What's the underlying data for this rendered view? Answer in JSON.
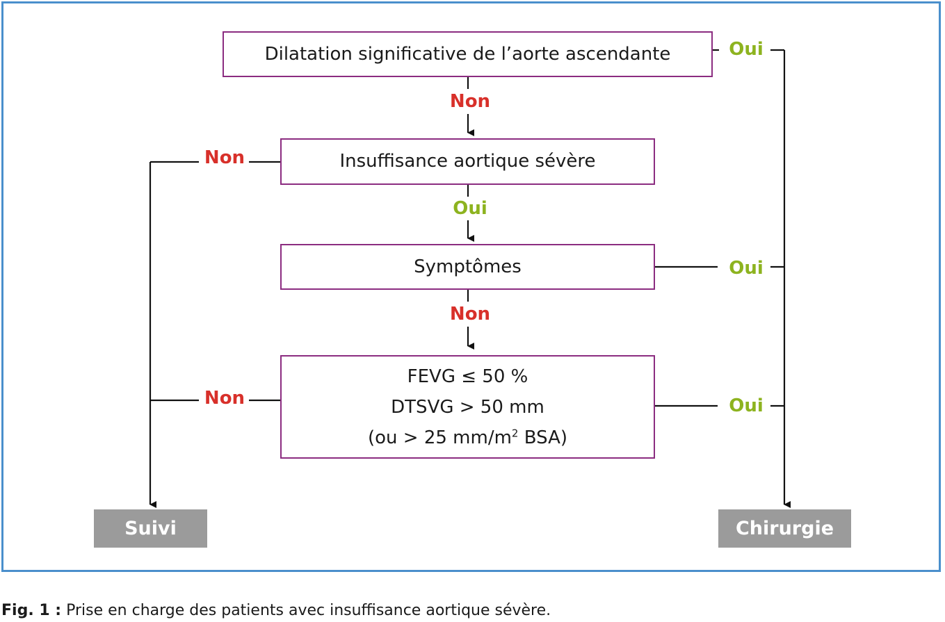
{
  "diagram": {
    "boxes": {
      "dilatation": "Dilatation significative de l’aorte ascendante",
      "insuffisance": "Insuffisance aortique sévère",
      "symptomes": "Symptômes",
      "criteria": {
        "line1": "FEVG ≤ 50 %",
        "line2": "DTSVG > 50 mm",
        "line3_prefix": "(ou > 25 mm/m",
        "line3_sup": "2",
        "line3_suffix": " BSA)"
      }
    },
    "labels": {
      "oui": "Oui",
      "non": "Non"
    },
    "outcomes": {
      "suivi": "Suivi",
      "chirurgie": "Chirurgie"
    },
    "colors": {
      "box_border": "#8b2c80",
      "non": "#d8302a",
      "oui": "#8db31f",
      "outcome_bg": "#9b9b9b",
      "frame": "#4a8fcc"
    }
  },
  "caption": {
    "label": "Fig. 1 :",
    "text": " Prise en charge des patients avec insuffisance aortique sévère."
  }
}
